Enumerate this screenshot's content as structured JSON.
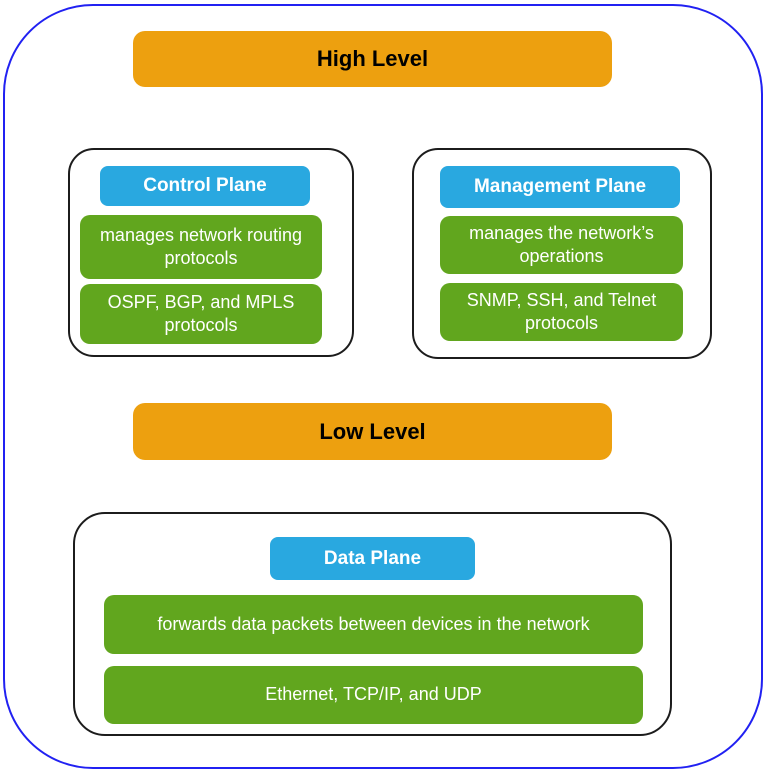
{
  "diagram": {
    "high_level_label": "High Level",
    "low_level_label": "Low Level",
    "control_plane": {
      "title": "Control Plane",
      "description": "manages network routing protocols",
      "protocols": "OSPF, BGP, and MPLS protocols"
    },
    "management_plane": {
      "title": "Management Plane",
      "description": "manages the network’s operations",
      "protocols": "SNMP, SSH, and Telnet protocols"
    },
    "data_plane": {
      "title": "Data Plane",
      "description": "forwards data packets between devices in the network",
      "protocols": "Ethernet, TCP/IP, and UDP"
    },
    "colors": {
      "level_bar_orange": "#EDA00F",
      "plane_header_blue": "#29A8E0",
      "item_green": "#61A61E",
      "outer_border_blue": "#2121F2",
      "plane_box_border": "#1C1C1C",
      "level_text": "#000000",
      "item_text": "#FFFFFF"
    }
  }
}
